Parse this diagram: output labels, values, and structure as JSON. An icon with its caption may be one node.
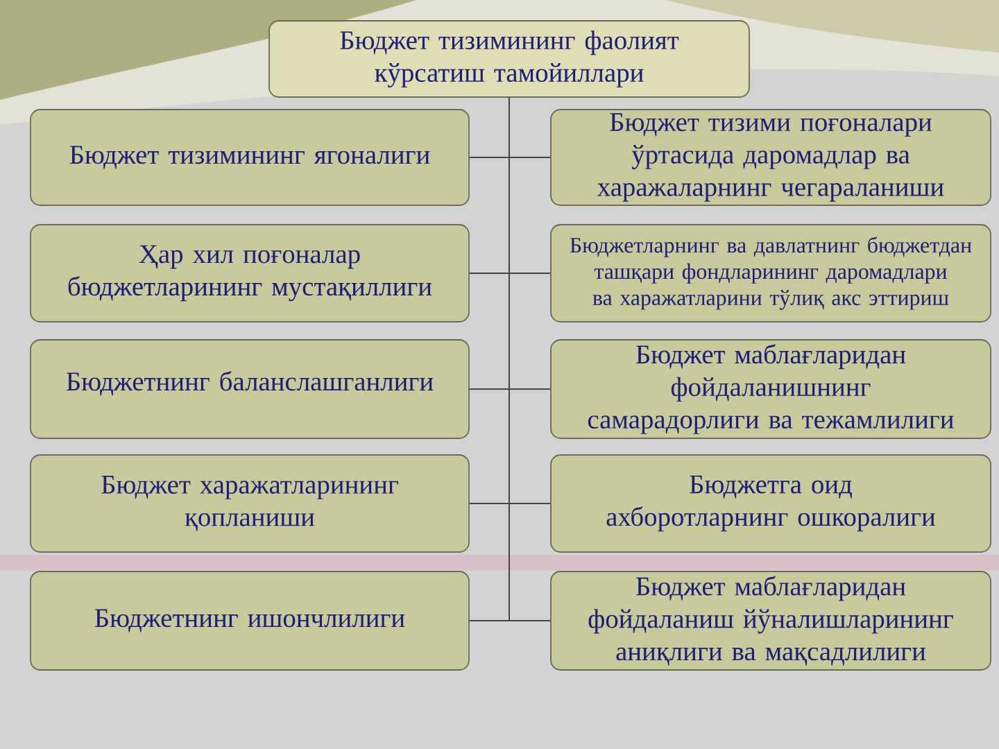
{
  "diagram": {
    "nodes": [
      {
        "text": [
          "Бюджет тизимининг фаолият кўрсатиш тамойиллари"
        ]
      },
      {
        "text": [
          "Бюджет тизимининг ягоналиги"
        ]
      },
      {
        "text": [
          "Бюджет тизими поғоналари ўртасида даромадлар ва харажаларнинг чегараланиши"
        ]
      },
      {
        "text": [
          "Ҳар хил поғоналар бюджетларининг мустақиллиги"
        ]
      },
      {
        "text": [
          "Бюджетларнинг ва давлатнинг бюджетдан ташқари фондларининг даромадлари ва харажатларини тўлиқ акс эттириш"
        ]
      },
      {
        "text": [
          "Бюджетнинг баланслашганлиги"
        ]
      },
      {
        "text": [
          "Бюджет маблағларидан фойдаланишнинг самарадорлиги ва тежамлилиги"
        ]
      },
      {
        "text": [
          "Бюджет харажатларининг қопланиши"
        ]
      },
      {
        "text": [
          "Бюджетга оид ахборотларнинг ошкоралиги"
        ]
      },
      {
        "text": [
          "Бюджетнинг ишончлилиги"
        ]
      },
      {
        "text": [
          "Бюджет маблағларидан фойдаланиш йўналишларининг аниқлиги ва мақсадлилиги"
        ]
      }
    ],
    "edges": [
      {
        "from": 0,
        "to": 1,
        "arrow": "none"
      },
      {
        "from": 0,
        "to": 2,
        "arrow": "none"
      },
      {
        "from": 0,
        "to": 3,
        "arrow": "none"
      },
      {
        "from": 0,
        "to": 4,
        "arrow": "none"
      },
      {
        "from": 0,
        "to": 5,
        "arrow": "none"
      },
      {
        "from": 0,
        "to": 6,
        "arrow": "none"
      },
      {
        "from": 0,
        "to": 7,
        "arrow": "none"
      },
      {
        "from": 0,
        "to": 8,
        "arrow": "none"
      },
      {
        "from": 0,
        "to": 9,
        "arrow": "none"
      },
      {
        "from": 0,
        "to": 10,
        "arrow": "none"
      }
    ]
  }
}
